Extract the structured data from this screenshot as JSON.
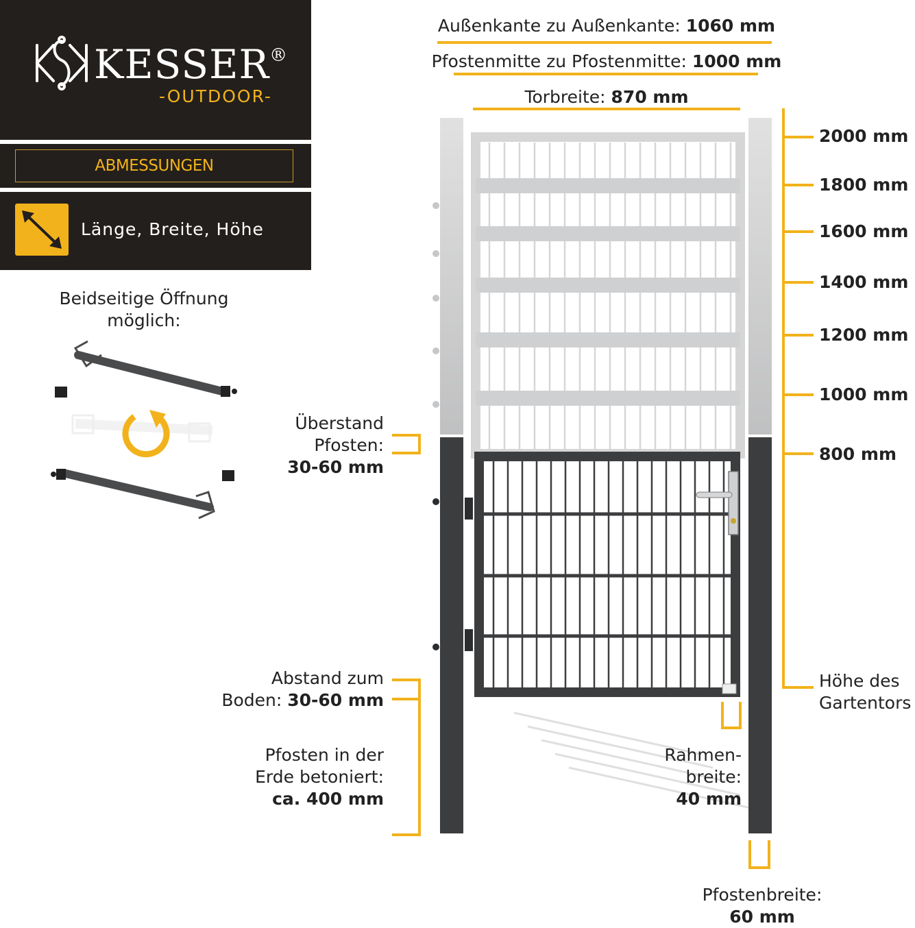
{
  "brand": {
    "name": "KESSER",
    "registered": "®",
    "subline": "-OUTDOOR-"
  },
  "section": {
    "title": "ABMESSUNGEN",
    "dimension_label": "Länge, Breite, Höhe",
    "dimension_icon": "diagonal-double-arrow-icon"
  },
  "opening": {
    "line1": "Beidseitige Öffnung",
    "line2": "möglich:",
    "rotate_icon": "rotate-arrow-icon"
  },
  "widths": {
    "outer_label": "Außenkante zu Außenkante: ",
    "outer_value": "1060 mm",
    "center_label": "Pfostenmitte zu Pfostenmitte: ",
    "center_value": "1000 mm",
    "gate_label": "Torbreite: ",
    "gate_value": "870 mm"
  },
  "heights": [
    "2000 mm",
    "1800 mm",
    "1600 mm",
    "1400 mm",
    "1200 mm",
    "1000 mm",
    "800 mm"
  ],
  "height_caption": {
    "line1": "Höhe des",
    "line2": "Gartentors"
  },
  "post_overhang": {
    "line1": "Überstand",
    "line2": "Pfosten:",
    "value": "30-60 mm"
  },
  "ground_gap": {
    "line1": "Abstand zum",
    "line2": "Boden: ",
    "value": "30-60 mm"
  },
  "concrete": {
    "line1": "Pfosten in der",
    "line2": "Erde betoniert:",
    "value": "ca. 400 mm"
  },
  "frame_width": {
    "line1": "Rahmen-",
    "line2": "breite:",
    "value": "40 mm"
  },
  "post_width": {
    "line1": "Pfostenbreite:",
    "value": "60 mm"
  },
  "colors": {
    "accent": "#f2b21b",
    "panel": "#231f1c",
    "gate": "#3c3d3f"
  }
}
